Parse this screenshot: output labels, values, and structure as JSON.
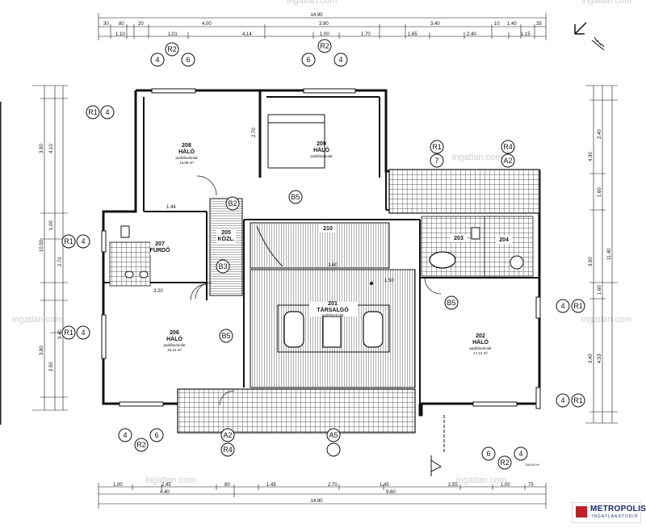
{
  "drawing": {
    "total_width": "14.90",
    "area_note": "136,93 m²",
    "top_dims_outer": [
      "30",
      "80",
      "20",
      "4.00",
      "3.90",
      "3.40",
      "10",
      "1.40",
      "35"
    ],
    "top_dims_inner": [
      "1.10",
      "1.01",
      "4.14",
      "1.00",
      "1.70",
      "1.65",
      "2.40",
      "1.15"
    ],
    "bottom_dims_outer": [
      "4.40",
      "9.60"
    ],
    "bottom_dims_inner": [
      "1.00",
      "2.45",
      "80",
      "1.45",
      "2.70",
      "1.45",
      "2.55",
      "1.00",
      "75"
    ],
    "left_dims": [
      "3.90",
      "4.10",
      "10.50",
      "1.00",
      "2.70",
      "3.80",
      "2.50",
      "3.40"
    ],
    "right_dims": [
      "4.30",
      "2.40",
      "1.60",
      "3.90",
      "11.40",
      "1.60",
      "3.40",
      "4.53"
    ],
    "interior_dims": [
      "3.60",
      "1.44",
      "3.20",
      "2.70",
      "1.50"
    ]
  },
  "rooms": [
    {
      "number": "208",
      "name": "HÁLÓ",
      "sub": "padlóburkolat",
      "area": "13,89 m²"
    },
    {
      "number": "209",
      "name": "HÁLÓ",
      "sub": "padlóburkolat",
      "area": ""
    },
    {
      "number": "206",
      "name": "HÁLÓ",
      "sub": "padlóburkolat",
      "area": "18,12 m²"
    },
    {
      "number": "202",
      "name": "HÁLÓ",
      "sub": "padlóburkolat",
      "area": "17,12 m²"
    },
    {
      "number": "201",
      "name": "TÁRSALGÓ",
      "sub": "padlóburkolat",
      "area": ""
    },
    {
      "number": "207",
      "name": "FÜRDŐ",
      "sub": "",
      "area": ""
    },
    {
      "number": "203",
      "name": "",
      "sub": "",
      "area": ""
    },
    {
      "number": "205",
      "name": "KÖZL.",
      "sub": "",
      "area": ""
    },
    {
      "number": "204",
      "name": "",
      "sub": "",
      "area": ""
    },
    {
      "number": "210",
      "name": "",
      "sub": "",
      "area": ""
    }
  ],
  "tags": {
    "r1": "R1",
    "r2": "R2",
    "r4": "R4",
    "a2": "A2",
    "a5": "A5",
    "b5": "B5",
    "b3": "B3",
    "b2": "B2",
    "n4": "4",
    "n6": "6",
    "n7": "7"
  },
  "watermark": "ingatlan.com",
  "logo": {
    "line1": "METROPOLIS",
    "line2": "INGATLANSTÚDIÓ"
  }
}
